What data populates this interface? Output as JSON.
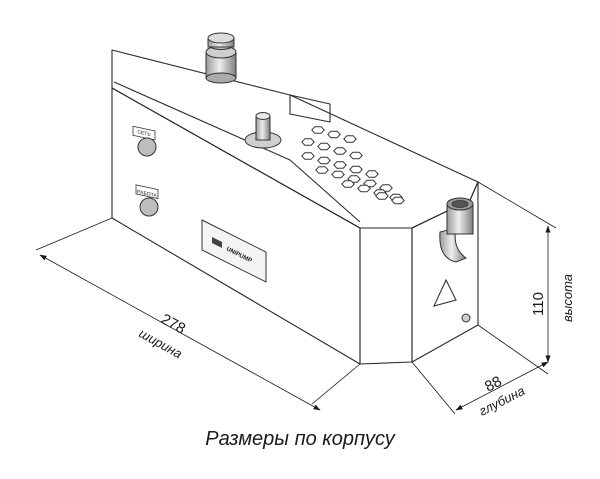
{
  "dimensions": {
    "width": {
      "value": "278",
      "label": "ширина"
    },
    "depth": {
      "value": "88",
      "label": "глубина"
    },
    "height": {
      "value": "110",
      "label": "высота"
    }
  },
  "caption": "Размеры по корпусу",
  "device": {
    "indicator_1": "СЕТЬ",
    "indicator_2": "РАБОТА",
    "logo": "UNIPUMP"
  }
}
